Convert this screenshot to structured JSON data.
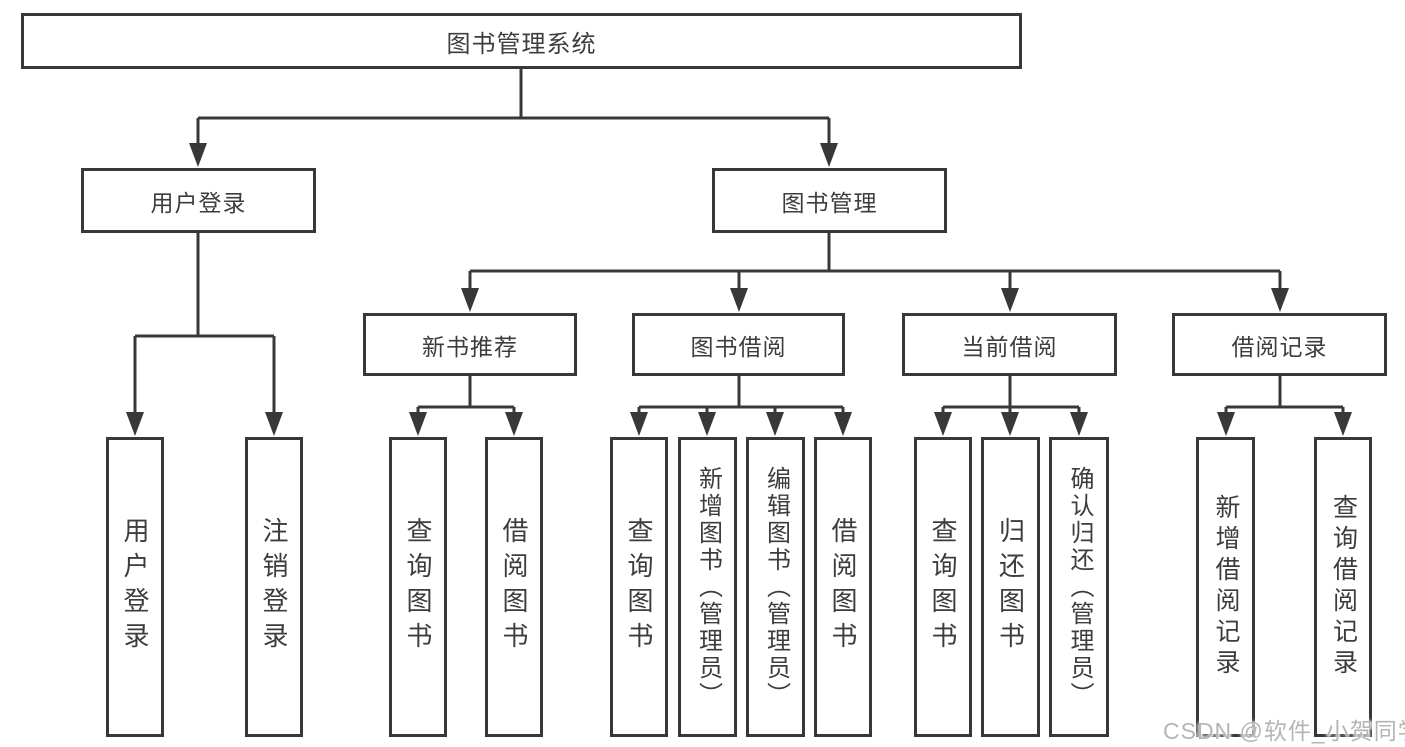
{
  "diagram": {
    "root": {
      "label": "图书管理系统"
    },
    "level2": [
      {
        "label": "用户登录"
      },
      {
        "label": "图书管理"
      }
    ],
    "level3": [
      {
        "label": "新书推荐"
      },
      {
        "label": "图书借阅"
      },
      {
        "label": "当前借阅"
      },
      {
        "label": "借阅记录"
      }
    ],
    "leaves": {
      "user_login": [
        "用户登录",
        "注销登录"
      ],
      "new_book": [
        "查询图书",
        "借阅图书"
      ],
      "book_borrow": [
        "查询图书",
        "新增图书（管理员）",
        "编辑图书（管理员）",
        "借阅图书"
      ],
      "current_borrow": [
        "查询图书",
        "归还图书",
        "确认归还（管理员）"
      ],
      "borrow_record": [
        "新增借阅记录",
        "查询借阅记录"
      ]
    }
  },
  "watermark": "CSDN @软件_小贺同学",
  "colors": {
    "line": "#383838",
    "text": "#3d3d3d",
    "watermark": "#b5b5b5",
    "background": "#ffffff"
  }
}
